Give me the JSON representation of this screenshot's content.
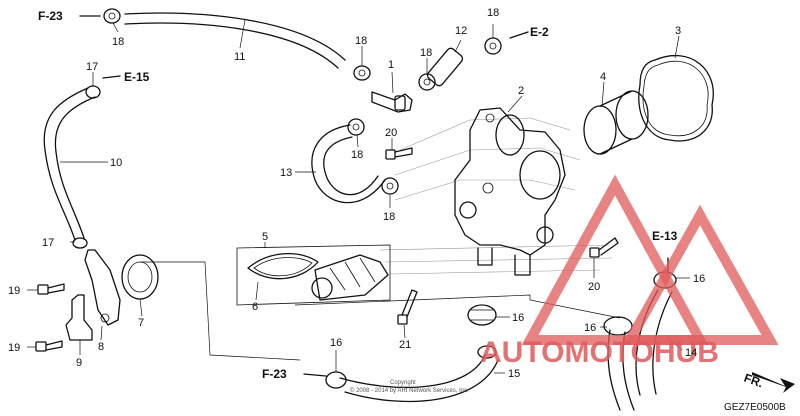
{
  "parts": [
    {
      "num": "1"
    },
    {
      "num": "2"
    },
    {
      "num": "3"
    },
    {
      "num": "4"
    },
    {
      "num": "5"
    },
    {
      "num": "6"
    },
    {
      "num": "7"
    },
    {
      "num": "8"
    },
    {
      "num": "9"
    },
    {
      "num": "10"
    },
    {
      "num": "11"
    },
    {
      "num": "12"
    },
    {
      "num": "13"
    },
    {
      "num": "14"
    },
    {
      "num": "15"
    },
    {
      "num": "16"
    },
    {
      "num": "17"
    },
    {
      "num": "18"
    },
    {
      "num": "19"
    },
    {
      "num": "20"
    },
    {
      "num": "21"
    }
  ],
  "refs": {
    "f23": "F-23",
    "e2": "E-2",
    "e15": "E-15",
    "e13": "E-13"
  },
  "direction_label": "FR.",
  "diagram_code": "GEZ7E0500B",
  "copyright": [
    "Copyright",
    "© 2008 - 2014 by ARI Network Services, Inc."
  ],
  "watermark": {
    "text": "AUTOMOTOHUB",
    "color": "#e05a5a"
  }
}
